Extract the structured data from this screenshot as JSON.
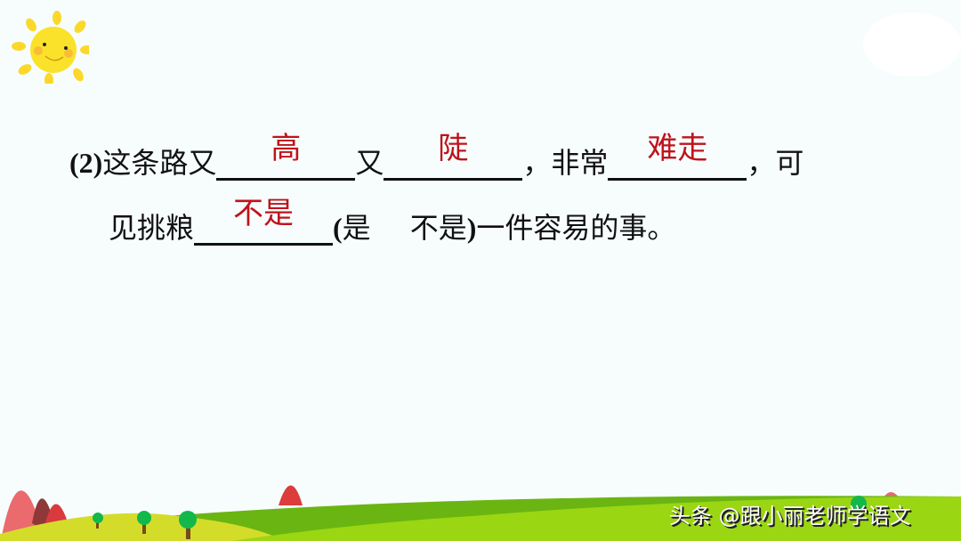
{
  "question": {
    "number": "(2)",
    "line1": {
      "seg1": "这条路又",
      "blank1_answer": "高",
      "seg2": "又",
      "blank2_answer": "陡",
      "seg3": "，非常",
      "blank3_answer": "难走",
      "seg4": "，可"
    },
    "line2": {
      "seg1": "见挑粮",
      "blank4_answer": "不是",
      "choice_open": "(",
      "choice_a": "是",
      "choice_b": "不是",
      "choice_close": ")",
      "seg2": "一件容易的事。"
    }
  },
  "watermark": "头条 @跟小丽老师学语文",
  "colors": {
    "background": "#f7fdfd",
    "answer_text": "#c0121a",
    "body_text": "#111111",
    "grass_yellow": "#d4dc2a",
    "grass_green": "#6ab512",
    "grass_light": "#9ad612",
    "hill_red": "#e04242"
  }
}
